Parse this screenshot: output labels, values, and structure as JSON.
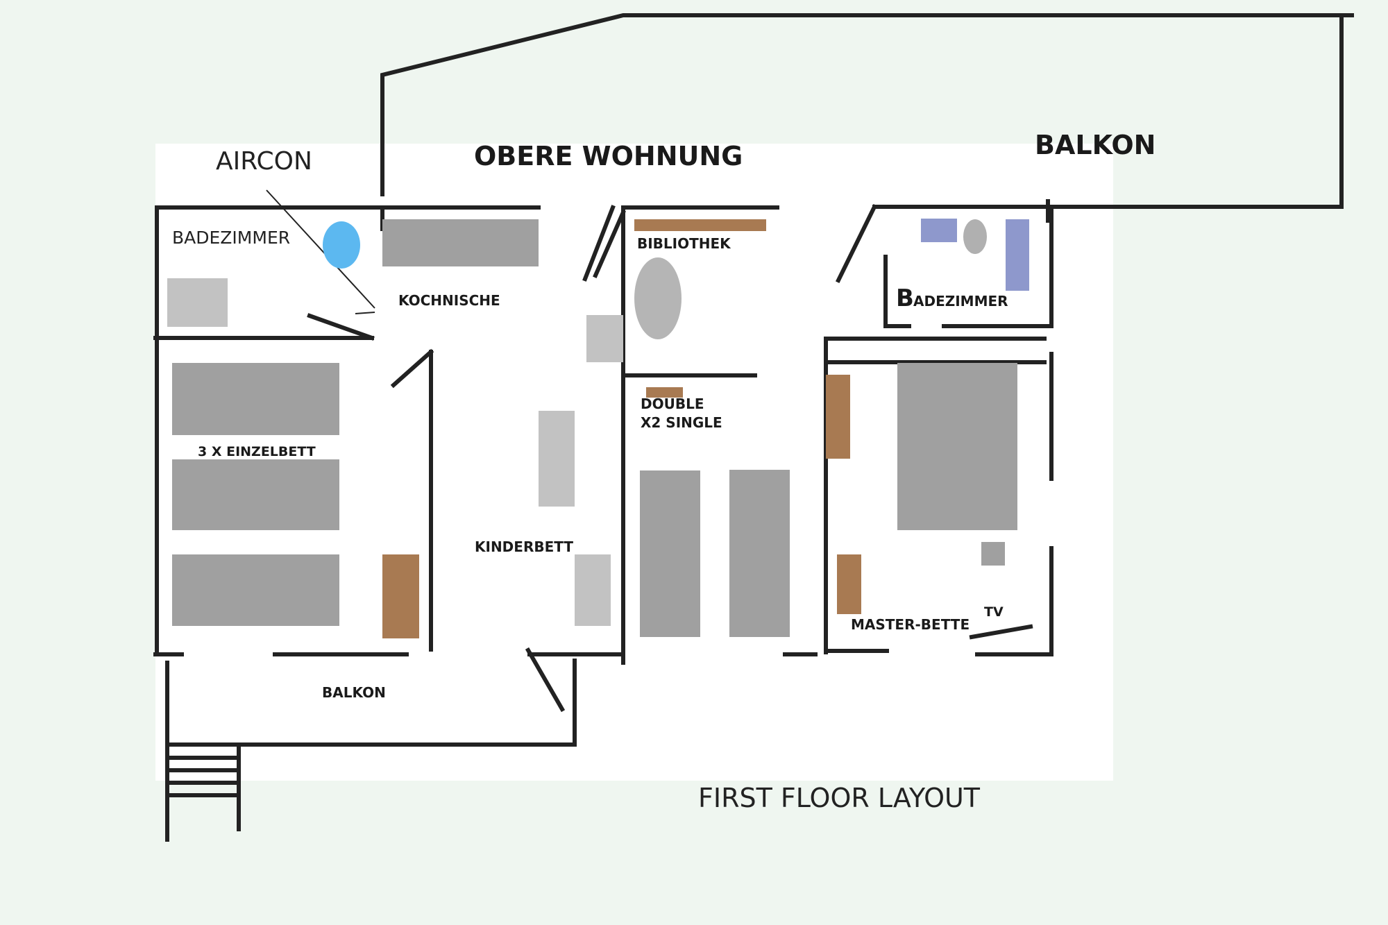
{
  "labels": {
    "title": "OBERE WOHNUNG",
    "balcony_top": "BALKON",
    "aircon": "AIRCON",
    "bathroom_left": "BADEZIMMER",
    "kitchenette": "KOCHNISCHE",
    "library": "BIBLIOTHEK",
    "bathroom_right_initial": "B",
    "bathroom_right_rest": "ADEZIMMER",
    "beds_left": "3 X EINZELBETT",
    "double_line1": "DOUBLE",
    "double_line2": "X2 SINGLE",
    "crib": "KINDERBETT",
    "master": "MASTER-BETTE",
    "tv": "TV",
    "balcony_bottom": "BALKON",
    "caption": "FIRST FLOOR LAYOUT"
  },
  "colors": {
    "background": "#eff6f0",
    "plan_area": "#ffffff",
    "wall": "#222222",
    "bed": "#a0a0a0",
    "furniture_light": "#c2c2c2",
    "wood": "#a87a52",
    "tub": "#5cb8f0",
    "bath_blue": "#8e98cc"
  }
}
